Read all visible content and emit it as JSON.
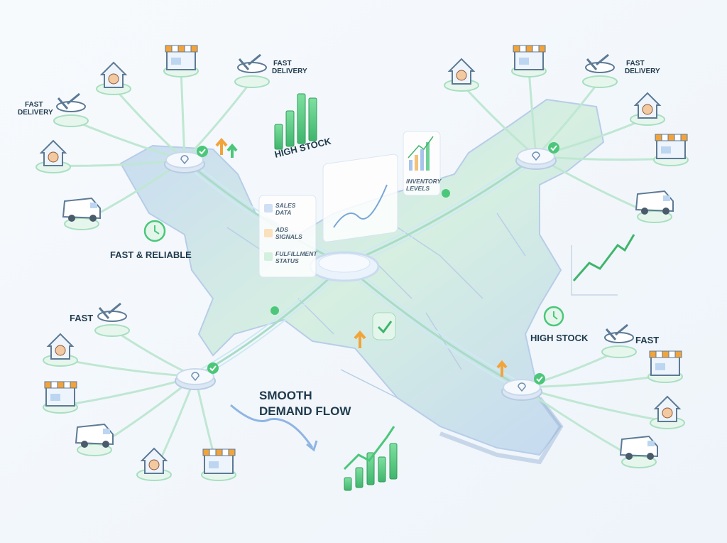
{
  "labels": {
    "fast_delivery_top_left": [
      "FAST",
      "DELIVERY"
    ],
    "fast_delivery_top_center": [
      "FAST",
      "DELIVERY"
    ],
    "fast_delivery_top_right": [
      "FAST",
      "DELIVERY"
    ],
    "high_stock_top": "HIGH STOCK",
    "fast_reliable": "FAST & RELIABLE",
    "fast_bottom_left": "FAST",
    "smooth_demand_flow": [
      "SMOOTH",
      "DEMAND FLOW"
    ],
    "high_stock_right": "HIGH STOCK",
    "fast_bottom_right": "FAST"
  },
  "dashboard": {
    "sales_data": [
      "SALES",
      "DATA"
    ],
    "ads_signals": [
      "ADS",
      "SIGNALS"
    ],
    "fulfillment_status": [
      "FULFILLMENT",
      "STATUS"
    ],
    "inventory_levels": [
      "INVENTORY",
      "LEVELS"
    ]
  },
  "colors": {
    "green": "#4cc77a",
    "blue_map": "#c9dcf3",
    "green_map": "#d3efdf",
    "line": "#a8dcc8",
    "text": "#1f3a4d",
    "orange": "#f2a33a"
  }
}
